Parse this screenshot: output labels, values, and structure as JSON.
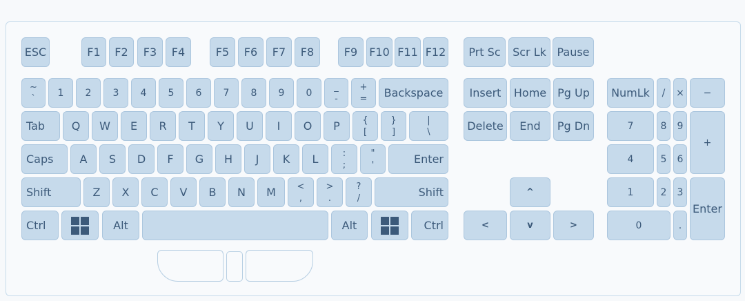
{
  "keyboard": {
    "function_row": [
      "ESC",
      "F1",
      "F2",
      "F3",
      "F4",
      "F5",
      "F6",
      "F7",
      "F8",
      "F9",
      "F10",
      "F11",
      "F12"
    ],
    "system_keys": [
      "Prt Sc",
      "Scr Lk",
      "Pause"
    ],
    "number_row": {
      "tilde": [
        "~",
        "`"
      ],
      "digits": [
        "1",
        "2",
        "3",
        "4",
        "5",
        "6",
        "7",
        "8",
        "9",
        "0"
      ],
      "minus": [
        "_",
        "-"
      ],
      "plus": [
        "+",
        "="
      ],
      "backspace": "Backspace"
    },
    "qwerty_row": {
      "tab": "Tab",
      "letters": [
        "Q",
        "W",
        "E",
        "R",
        "T",
        "Y",
        "U",
        "I",
        "O",
        "P"
      ],
      "lbrace": [
        "{",
        "["
      ],
      "rbrace": [
        "}",
        "]"
      ],
      "pipe": [
        "|",
        "\\"
      ]
    },
    "home_row": {
      "caps": "Caps",
      "letters": [
        "A",
        "S",
        "D",
        "F",
        "G",
        "H",
        "J",
        "K",
        "L"
      ],
      "colon": [
        ":",
        ";"
      ],
      "quote": [
        "\"",
        "'"
      ],
      "enter": "Enter"
    },
    "shift_row": {
      "shift_left": "Shift",
      "letters": [
        "Z",
        "X",
        "C",
        "V",
        "B",
        "N",
        "M"
      ],
      "lt": [
        "<",
        ","
      ],
      "gt": [
        ">",
        "."
      ],
      "question": [
        "?",
        "/"
      ],
      "shift_right": "Shift"
    },
    "bottom_row": {
      "ctrl_left": "Ctrl",
      "alt_left": "Alt",
      "alt_right": "Alt",
      "ctrl_right": "Ctrl"
    },
    "nav_cluster": [
      "Insert",
      "Home",
      "Pg Up",
      "Delete",
      "End",
      "Pg Dn"
    ],
    "arrows": {
      "up": "^",
      "left": "<",
      "down": "v",
      "right": ">"
    },
    "numpad": {
      "numlock": "NumLk",
      "divide": "/",
      "multiply": "×",
      "minus": "−",
      "plus": "+",
      "n7": "7",
      "n8": "8",
      "n9": "9",
      "n4": "4",
      "n5": "5",
      "n6": "6",
      "n1": "1",
      "n2": "2",
      "n3": "3",
      "n0": "0",
      "dot": ".",
      "enter": "Enter"
    }
  }
}
